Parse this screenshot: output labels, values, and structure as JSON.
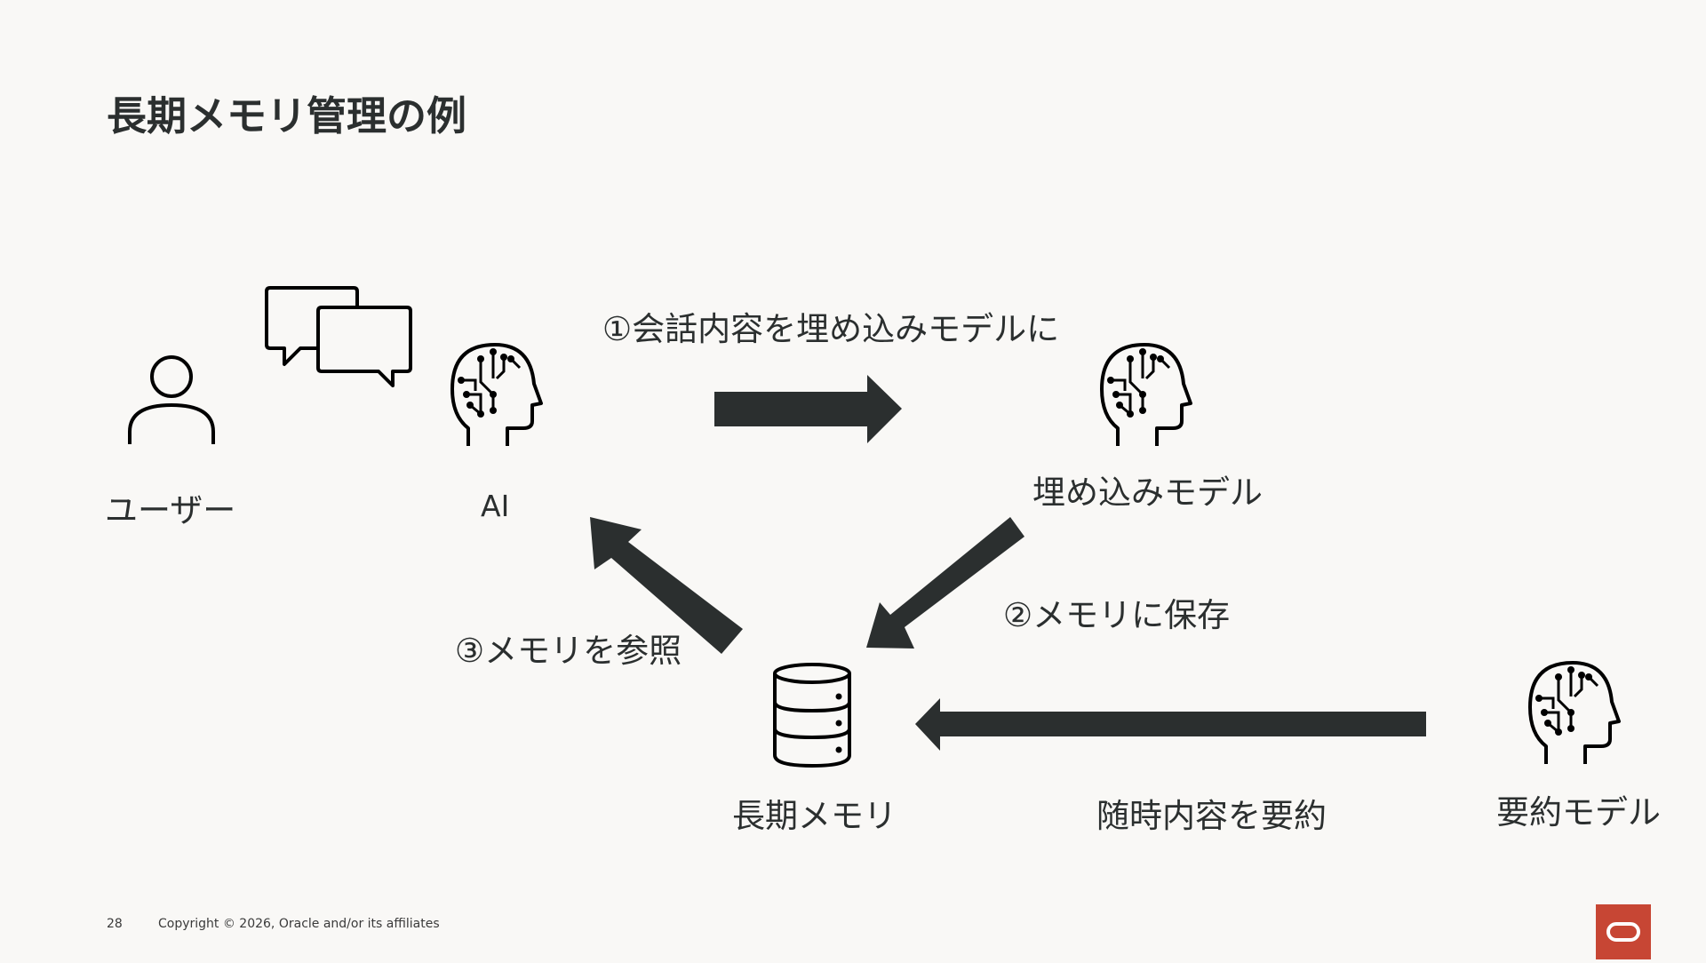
{
  "slide": {
    "title": "長期メモリ管理の例",
    "page_number": "28",
    "copyright": "Copyright © 2026, Oracle and/or its affiliates",
    "colors": {
      "background": "#f9f8f6",
      "text": "#2b2f2f",
      "arrow": "#2b2f2f",
      "logo": "#c74634"
    }
  },
  "diagram": {
    "nodes": {
      "user": {
        "label": "ユーザー",
        "icon": "person-icon"
      },
      "chat": {
        "icon": "chat-bubbles-icon"
      },
      "ai": {
        "label": "AI",
        "icon": "ai-head-icon"
      },
      "embedding": {
        "label": "埋め込みモデル",
        "icon": "ai-head-icon"
      },
      "memory": {
        "label": "長期メモリ",
        "icon": "database-icon"
      },
      "summary": {
        "label": "要約モデル",
        "icon": "ai-head-icon"
      }
    },
    "steps": {
      "step1": "①会話内容を埋め込みモデルに",
      "step2": "②メモリに保存",
      "step3": "③メモリを参照",
      "summarize": "随時内容を要約"
    }
  }
}
